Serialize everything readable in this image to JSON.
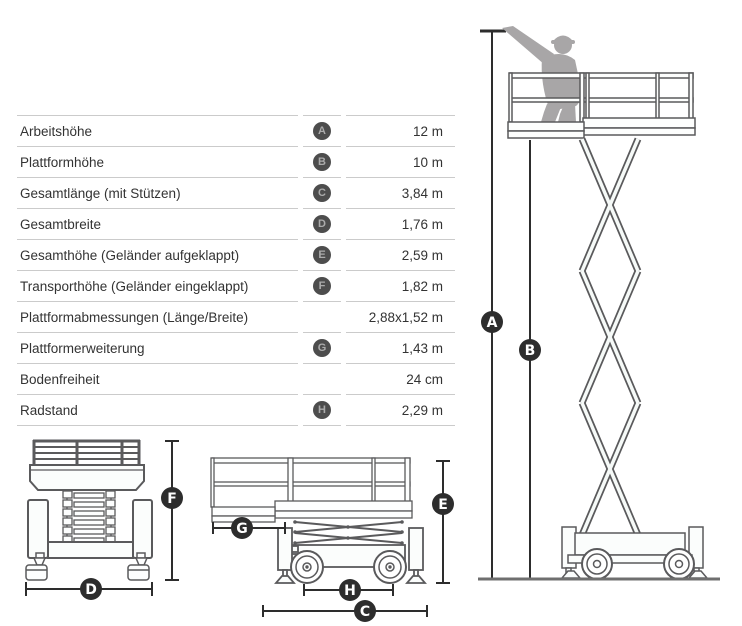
{
  "spec_table": {
    "rows": [
      {
        "label": "Arbeitshöhe",
        "badge": "A",
        "value": "12 m"
      },
      {
        "label": "Plattformhöhe",
        "badge": "B",
        "value": "10 m"
      },
      {
        "label": "Gesamtlänge (mit Stützen)",
        "badge": "C",
        "value": "3,84 m"
      },
      {
        "label": "Gesamtbreite",
        "badge": "D",
        "value": "1,76 m"
      },
      {
        "label": "Gesamthöhe (Geländer aufgeklappt)",
        "badge": "E",
        "value": "2,59 m"
      },
      {
        "label": "Transporthöhe (Geländer eingeklappt)",
        "badge": "F",
        "value": "1,82 m"
      },
      {
        "label": "Plattformabmessungen (Länge/Breite)",
        "badge": null,
        "value": "2,88x1,52 m"
      },
      {
        "label": "Plattformerweiterung",
        "badge": "G",
        "value": "1,43 m"
      },
      {
        "label": "Bodenfreiheit",
        "badge": null,
        "value": "24 cm"
      },
      {
        "label": "Radstand",
        "badge": "H",
        "value": "2,29 m"
      }
    ]
  },
  "diagram": {
    "badges": {
      "A": "A",
      "B": "B",
      "C": "C",
      "D": "D",
      "E": "E",
      "F": "F",
      "G": "G",
      "H": "H"
    },
    "colors": {
      "table_badge_bg": "#4d4d4d",
      "table_badge_text": "#ababab",
      "diagram_badge_bg": "#2d2d2d",
      "diagram_badge_text": "#ffffff",
      "drawing_stroke": "#5a5a5c",
      "silhouette": "#a8a6a7",
      "rule_line": "#cbcbcb",
      "text": "#333333"
    }
  }
}
